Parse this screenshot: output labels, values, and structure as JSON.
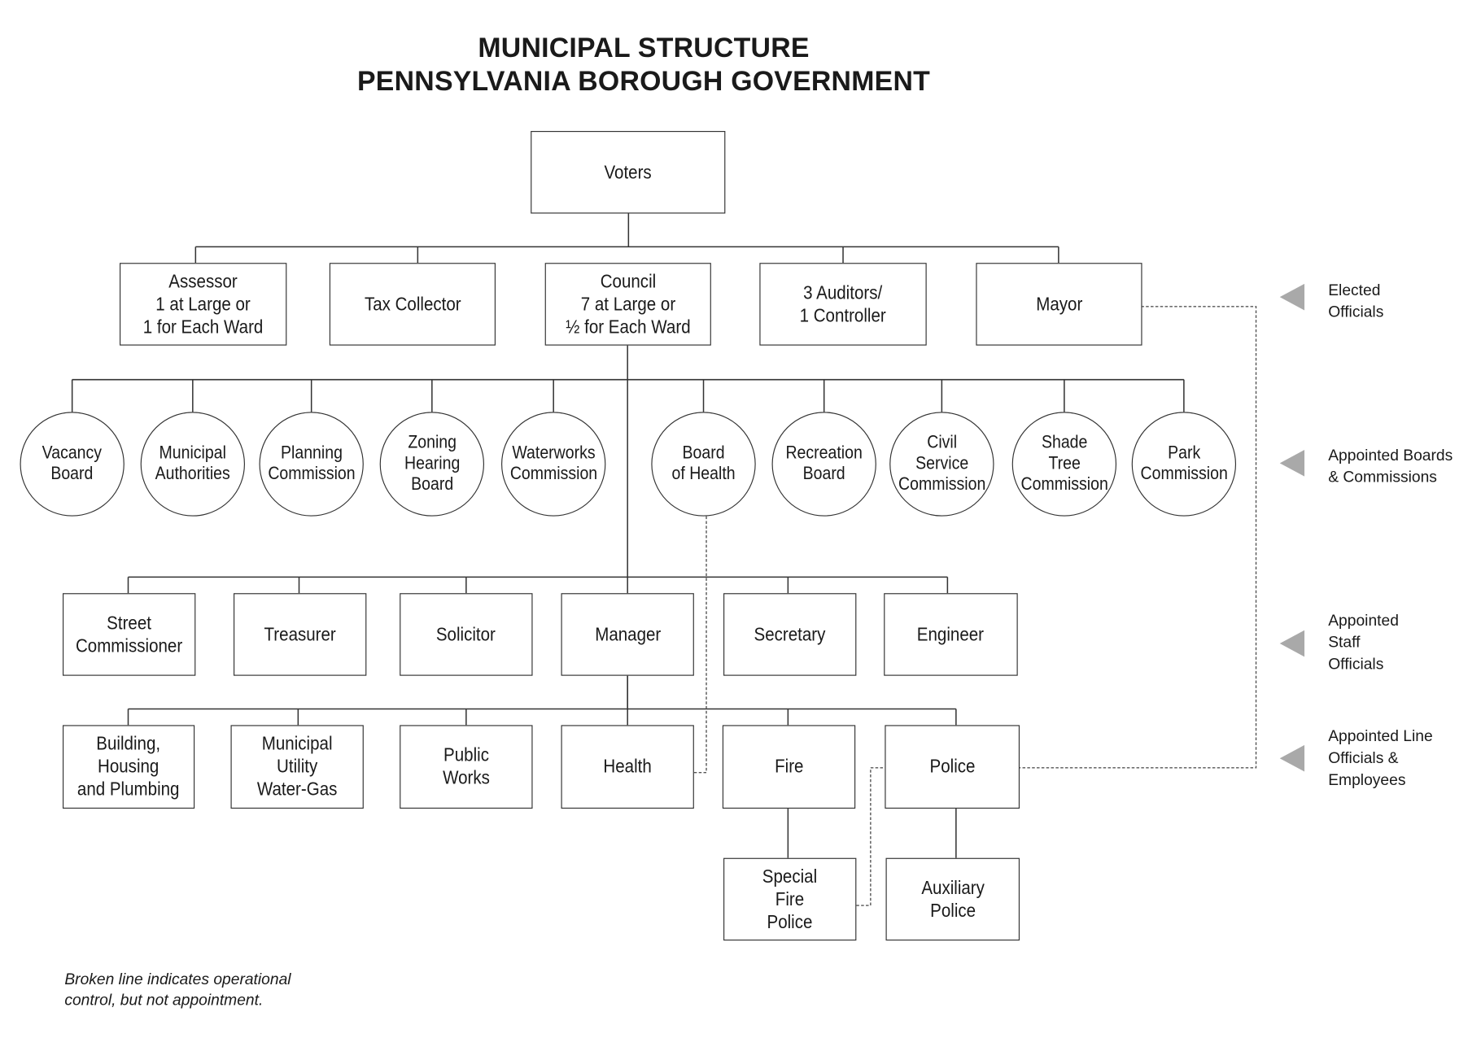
{
  "title": {
    "line1": "MUNICIPAL STRUCTURE",
    "line2": "PENNSYLVANIA BOROUGH GOVERNMENT"
  },
  "voters": "Voters",
  "elected": {
    "assessor": "Assessor\n1 at Large or\n1 for Each Ward",
    "tax_collector": "Tax Collector",
    "council": "Council\n7 at Large or\n½ for Each Ward",
    "auditors": "3 Auditors/\n1 Controller",
    "mayor": "Mayor"
  },
  "boards": [
    "Vacancy\nBoard",
    "Municipal\nAuthorities",
    "Planning\nCommission",
    "Zoning\nHearing\nBoard",
    "Waterworks\nCommission",
    "Board\nof Health",
    "Recreation\nBoard",
    "Civil\nService\nCommission",
    "Shade\nTree\nCommission",
    "Park\nCommission"
  ],
  "staff": [
    "Street\nCommissioner",
    "Treasurer",
    "Solicitor",
    "Manager",
    "Secretary",
    "Engineer"
  ],
  "line": [
    "Building,\nHousing\nand Plumbing",
    "Municipal\nUtility\nWater-Gas",
    "Public\nWorks",
    "Health",
    "Fire",
    "Police"
  ],
  "sub": {
    "special_fire_police": "Special\nFire\nPolice",
    "auxiliary_police": "Auxiliary\nPolice"
  },
  "legend": [
    "Elected\nOfficials",
    "Appointed Boards\n& Commissions",
    "Appointed\nStaff\nOfficials",
    "Appointed Line\nOfficials &\nEmployees"
  ],
  "footnote": "Broken line indicates operational\ncontrol, but not appointment."
}
